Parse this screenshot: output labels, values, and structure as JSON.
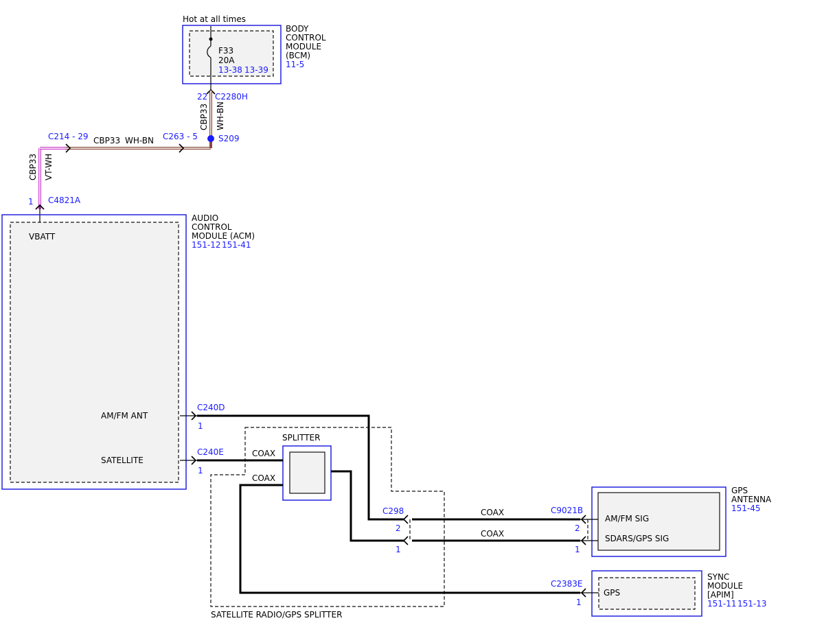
{
  "bcm": {
    "title_lines": [
      "BODY",
      "CONTROL",
      "MODULE",
      "(BCM)"
    ],
    "ref": "11-5",
    "supply_label": "Hot at all times",
    "fuse_name": "F33",
    "fuse_rating": "20A",
    "ref_a": "13-38",
    "ref_b": "13-39",
    "pin": "22",
    "connector": "C2280H"
  },
  "wires": {
    "vertical_circuit": "CBP33",
    "vertical_color": "WH-BN",
    "horizontal_circuit": "CBP33",
    "horizontal_color": "WH-BN",
    "acm_circuit": "CBP33",
    "acm_color": "VT-WH",
    "coax_label": "COAX"
  },
  "splice": {
    "name": "S209"
  },
  "inline": {
    "c263": "C263 - 5",
    "c214": "C214 - 29"
  },
  "acm": {
    "title_lines": [
      "AUDIO",
      "CONTROL",
      "MODULE (ACM)"
    ],
    "ref_a": "151-12",
    "ref_b": "151-41",
    "pin_vbatt": "VBATT",
    "pin_amfm": "AM/FM ANT",
    "pin_sat": "SATELLITE",
    "c4821a_pin": "1",
    "c4821a": "C4821A",
    "c240d": "C240D",
    "c240d_pin": "1",
    "c240e": "C240E",
    "c240e_pin": "1"
  },
  "splitter": {
    "title": "SPLITTER",
    "assembly": "SATELLITE RADIO/GPS SPLITTER",
    "c298": "C298",
    "c298_pin_a": "2",
    "c298_pin_b": "1"
  },
  "gps_antenna": {
    "title_lines": [
      "GPS",
      "ANTENNA"
    ],
    "ref": "151-45",
    "connector": "C9021B",
    "pin_a": "2",
    "pin_b": "1",
    "sig_a": "AM/FM SIG",
    "sig_b": "SDARS/GPS SIG"
  },
  "sync": {
    "title_lines": [
      "SYNC",
      "MODULE",
      "[APIM]"
    ],
    "ref_a": "151-11",
    "ref_b": "151-13",
    "connector": "C2383E",
    "pin": "1",
    "sig": "GPS"
  },
  "colors": {
    "module_border": "#2222dd",
    "ref_text": "#1a1aff",
    "wire_wh_bn": "#8b4a3c",
    "wire_vt_wh": "#cc44cc",
    "splice": "#1a1aff"
  }
}
